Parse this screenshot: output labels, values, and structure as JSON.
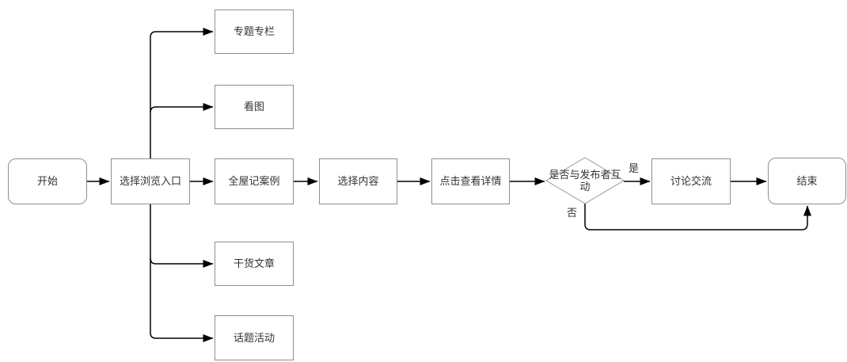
{
  "diagram": {
    "nodes": {
      "start": {
        "label": "开始",
        "shape": "terminator"
      },
      "choose_entry": {
        "label": "选择浏览入口",
        "shape": "process"
      },
      "topic_column": {
        "label": "专题专栏",
        "shape": "process"
      },
      "view_pictures": {
        "label": "看图",
        "shape": "process"
      },
      "whole_house_cases": {
        "label": "全屋记案例",
        "shape": "process"
      },
      "useful_articles": {
        "label": "干货文章",
        "shape": "process"
      },
      "topic_activities": {
        "label": "话题活动",
        "shape": "process"
      },
      "select_content": {
        "label": "选择内容",
        "shape": "process"
      },
      "view_details": {
        "label": "点击查看详情",
        "shape": "process"
      },
      "interact_decision": {
        "label": "是否与发布者互动",
        "shape": "decision"
      },
      "discussion": {
        "label": "讨论交流",
        "shape": "process"
      },
      "end": {
        "label": "结束",
        "shape": "terminator"
      }
    },
    "edge_labels": {
      "yes": "是",
      "no": "否"
    },
    "colors": {
      "shape_border": "#8f8f8f",
      "shape_fill": "#ffffff",
      "connector": "#000000",
      "text": "#333333",
      "canvas_background": "#ffffff"
    }
  }
}
